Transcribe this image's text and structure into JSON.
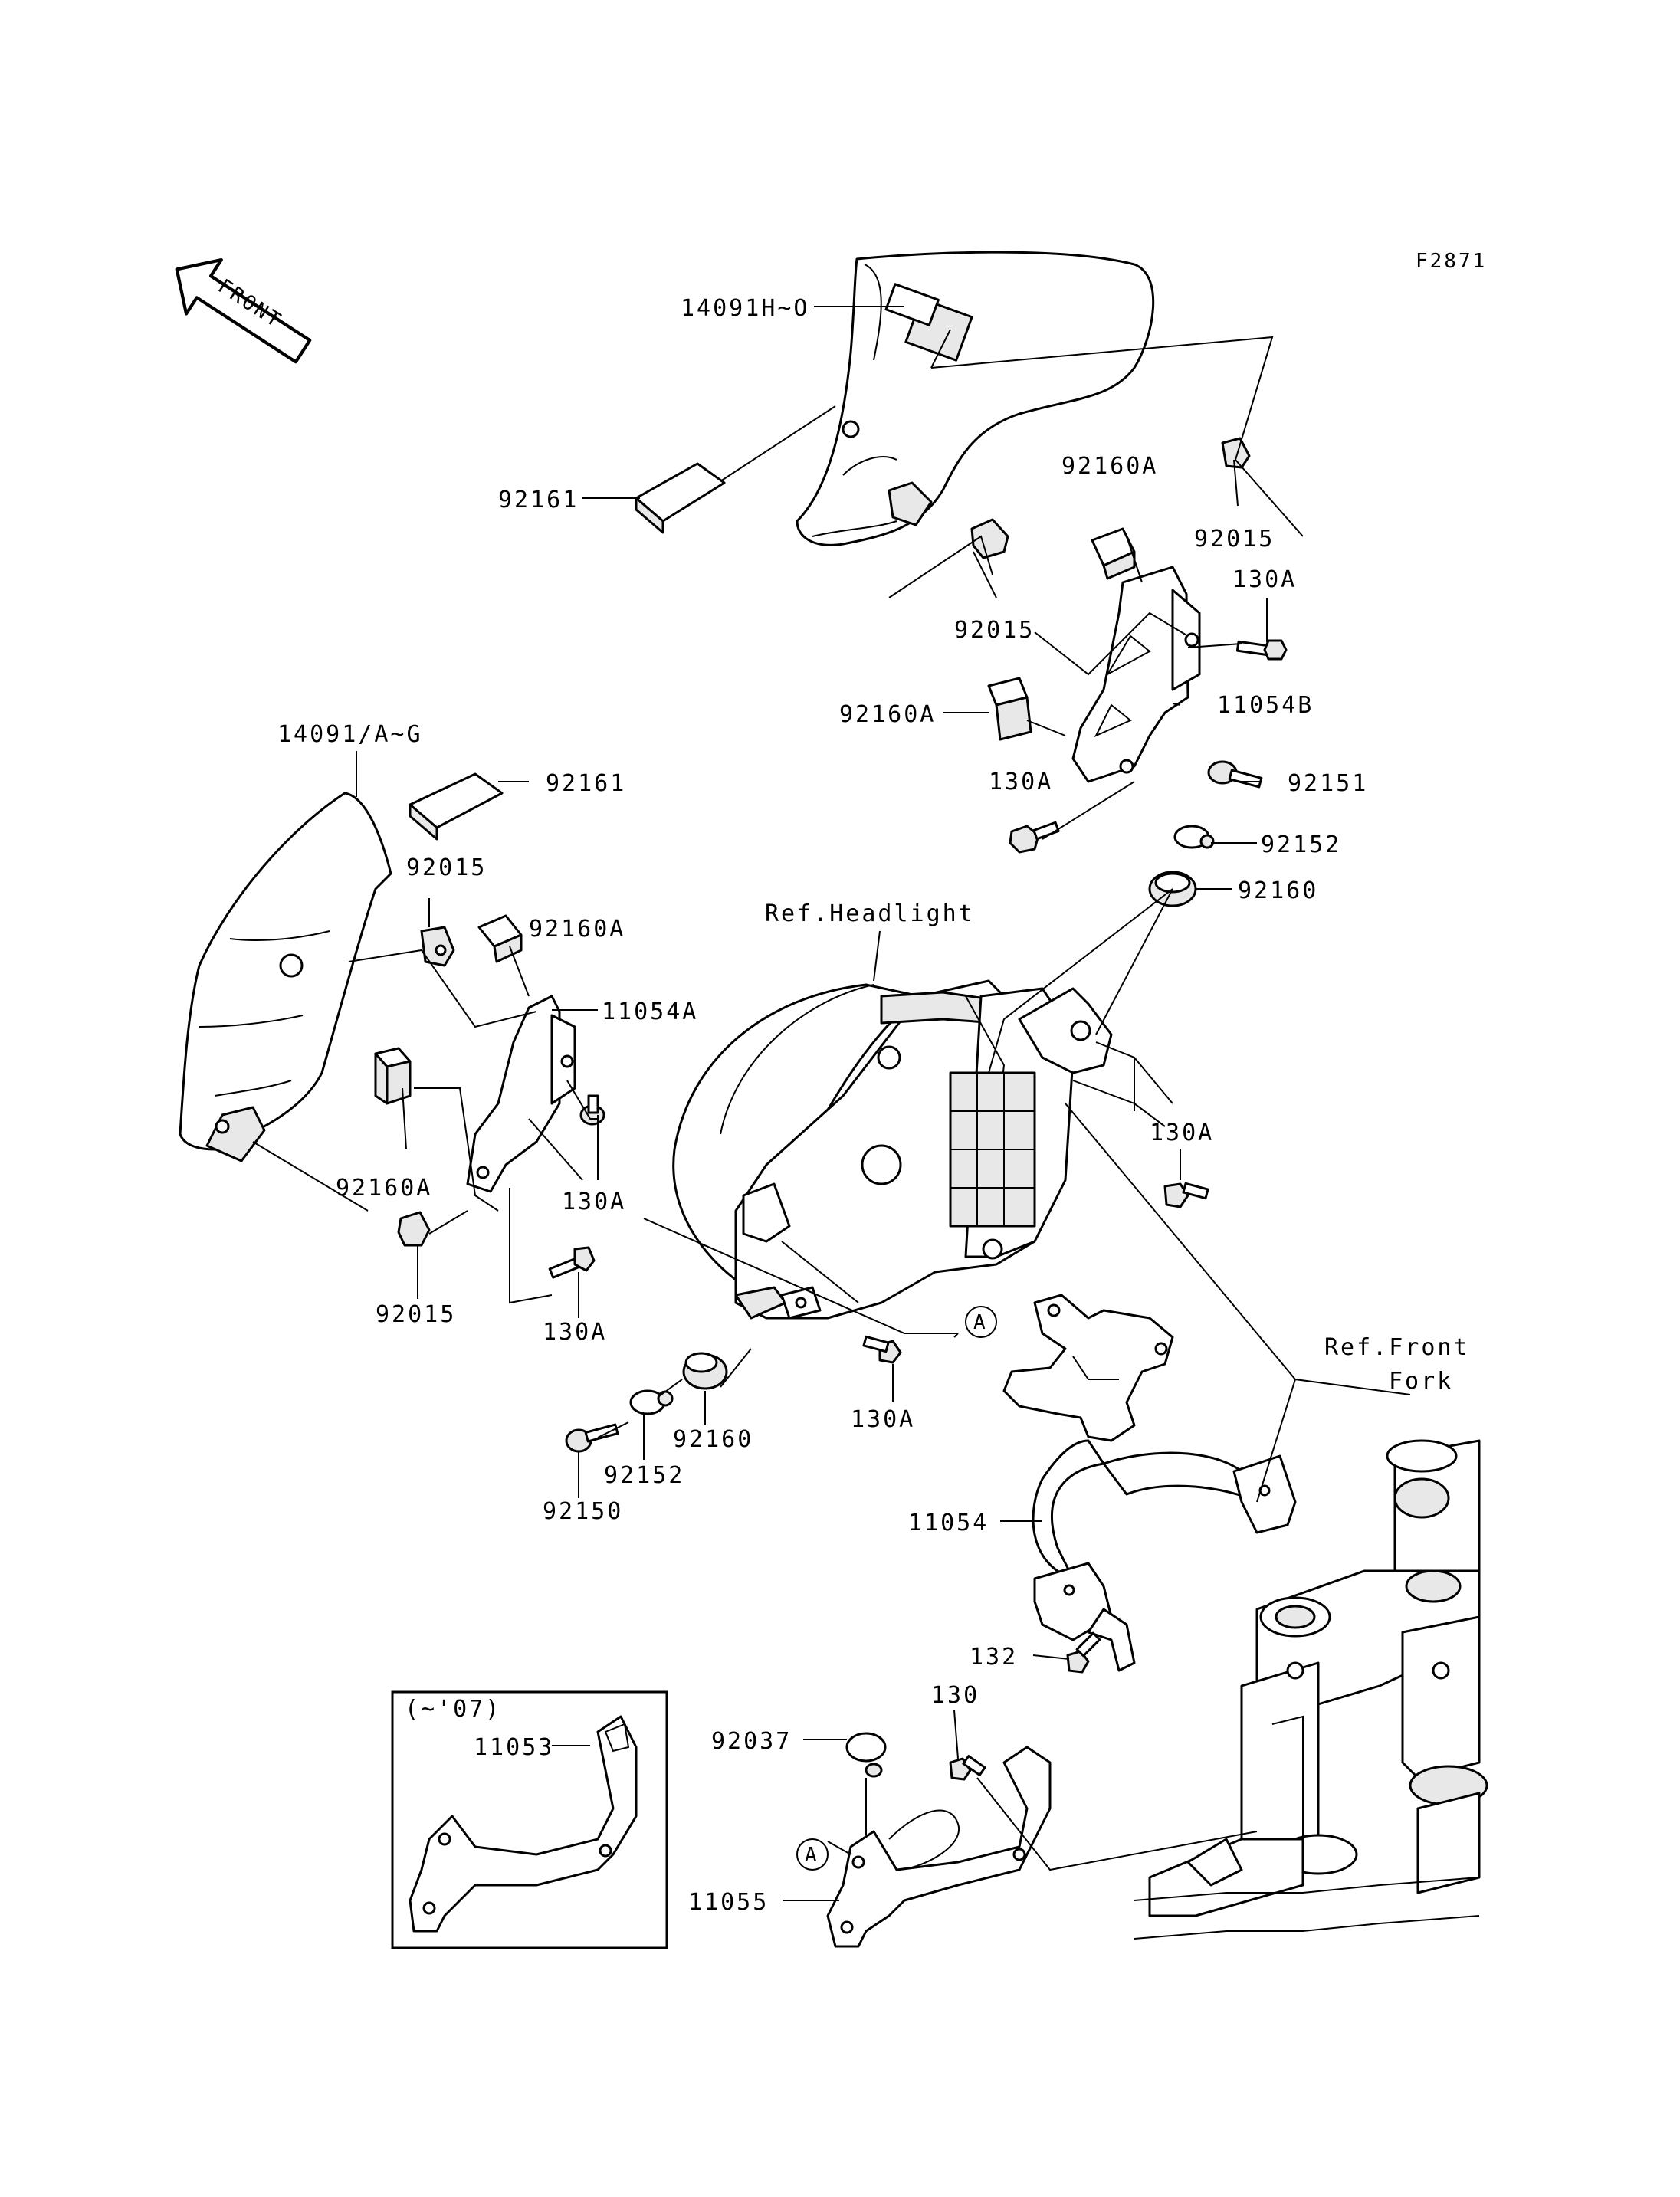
{
  "figure_id": "F2871",
  "front_arrow_label": "FRONT",
  "labels": {
    "l_14091H_O": "14091H~O",
    "l_92161_top": "92161",
    "l_92160A_top": "92160A",
    "l_92015_top_right": "92015",
    "l_130A_top": "130A",
    "l_92015_top_mid": "92015",
    "l_11054B": "11054B",
    "l_92160A_mid": "92160A",
    "l_130A_mid": "130A",
    "l_92151": "92151",
    "l_92152_right": "92152",
    "l_92160_right": "92160",
    "l_14091_AG": "14091/A~G",
    "l_92161_left": "92161",
    "l_92015_left": "92015",
    "l_92160A_left": "92160A",
    "l_11054A": "11054A",
    "l_ref_headlight": "Ref.Headlight",
    "l_130A_right": "130A",
    "l_92160A_lower_left": "92160A",
    "l_130A_left": "130A",
    "l_92015_lower_left": "92015",
    "l_130A_lower_left": "130A",
    "l_A_mid": "A",
    "l_ref_front_fork_1": "Ref.Front",
    "l_ref_front_fork_2": "Fork",
    "l_130A_lower_mid": "130A",
    "l_92160_lower": "92160",
    "l_92152_lower": "92152",
    "l_92150": "92150",
    "l_11054": "11054",
    "l_132": "132",
    "l_until_07": "(~'07)",
    "l_11053": "11053",
    "l_130": "130",
    "l_92037": "92037",
    "l_A_lower": "A",
    "l_11055": "11055"
  }
}
